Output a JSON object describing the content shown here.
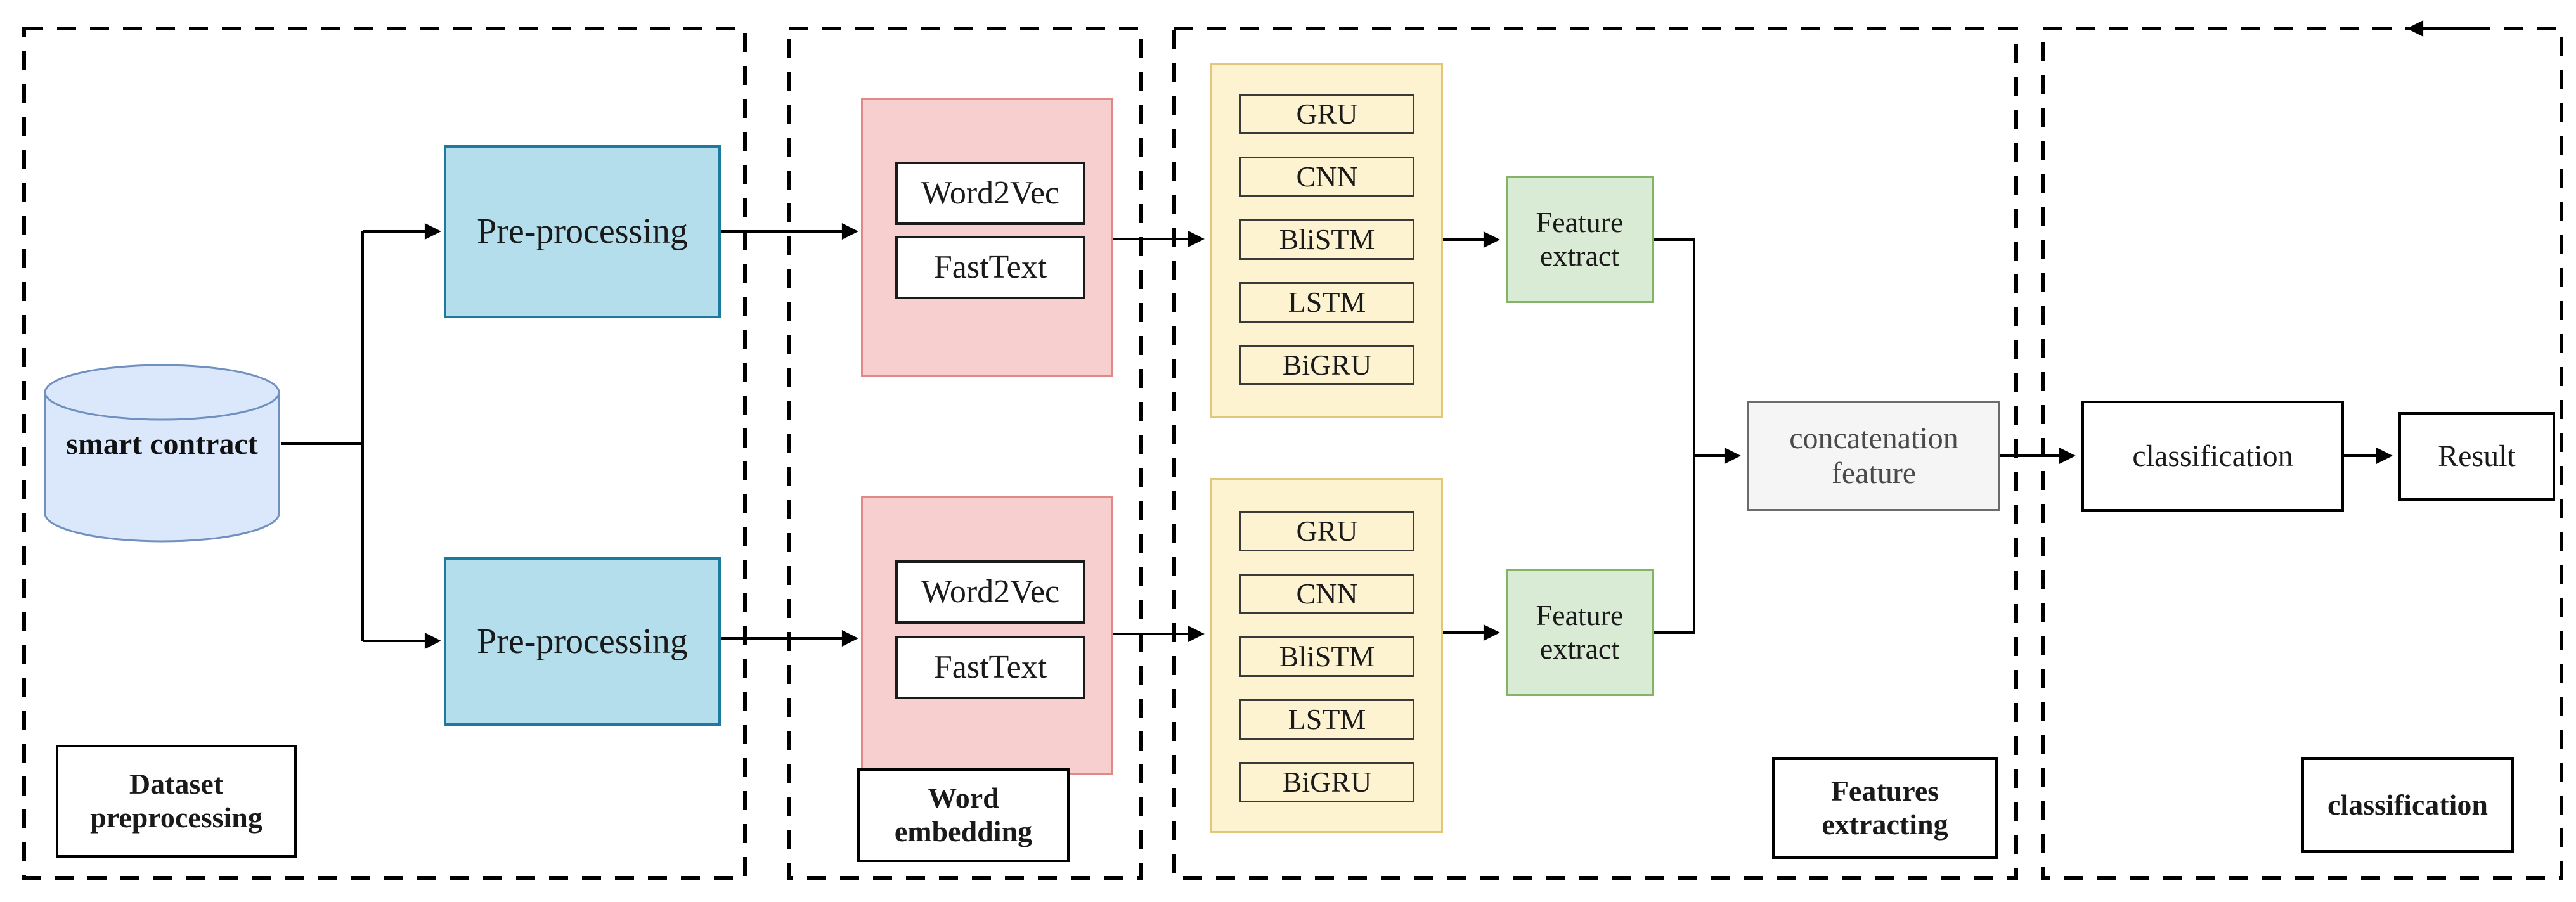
{
  "sections": {
    "dataset_preprocessing": {
      "label": "Dataset\npreprocessing"
    },
    "word_embedding": {
      "label": "Word\nembedding"
    },
    "features_extracting": {
      "label": "Features\nextracting"
    },
    "classification": {
      "label": "classification"
    }
  },
  "nodes": {
    "smart_contract": "smart contract",
    "pre_processing_top": "Pre-processing",
    "pre_processing_bottom": "Pre-processing",
    "embedding_top": {
      "word2vec": "Word2Vec",
      "fasttext": "FastText"
    },
    "embedding_bottom": {
      "word2vec": "Word2Vec",
      "fasttext": "FastText"
    },
    "models_top": [
      "GRU",
      "CNN",
      "BliSTM",
      "LSTM",
      "BiGRU"
    ],
    "models_bottom": [
      "GRU",
      "CNN",
      "BliSTM",
      "LSTM",
      "BiGRU"
    ],
    "feature_extract_top": "Feature\nextract",
    "feature_extract_bottom": "Feature\nextract",
    "concatenation_feature": "concatenation\nfeature",
    "classification": "classification",
    "result": "Result"
  },
  "colors": {
    "blue_fill": "#B5DEEC",
    "blue_stroke": "#1B7A9E",
    "cylinder_fill": "#DBE8FB",
    "cylinder_stroke": "#7090C0",
    "pink_fill": "#F7CFCE",
    "pink_stroke": "#E08987",
    "yellow_fill": "#FDF3D0",
    "yellow_stroke": "#E2C77B",
    "green_fill": "#D9EAD5",
    "green_stroke": "#82B366",
    "gray_fill": "#F5F5F5",
    "gray_stroke": "#6B6B6B",
    "line": "#000000"
  }
}
